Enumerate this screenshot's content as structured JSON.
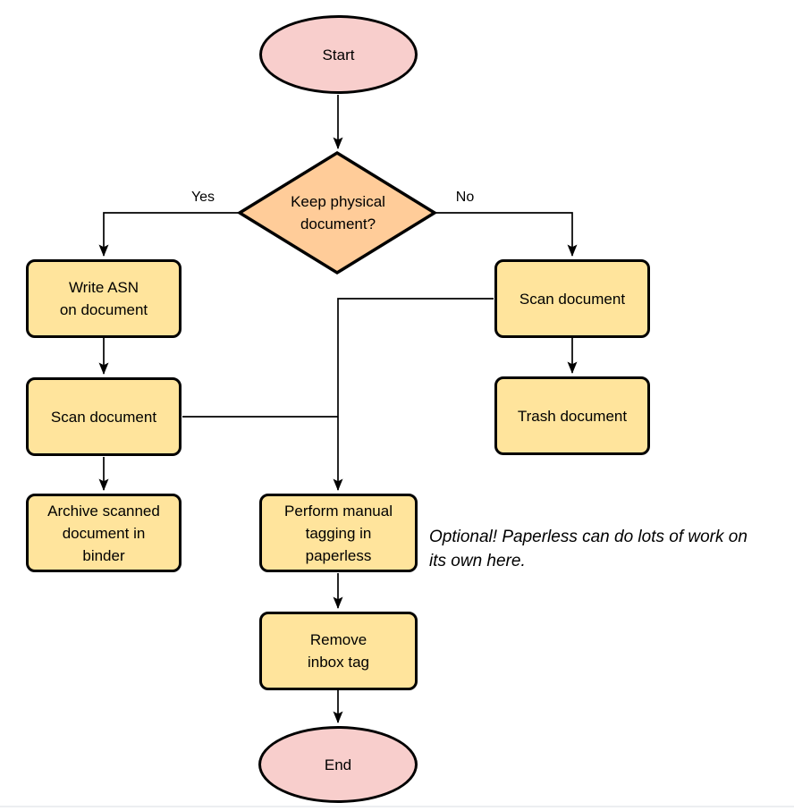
{
  "colors": {
    "terminal_fill": "#F8CECC",
    "decision_fill": "#FFCC99",
    "process_fill": "#FFE49C",
    "stroke": "#000000"
  },
  "nodes": {
    "start": {
      "label": "Start"
    },
    "decision": {
      "label": "Keep physical\ndocument?"
    },
    "write_asn": {
      "label": "Write ASN\non document"
    },
    "scan_left": {
      "label": "Scan document"
    },
    "archive": {
      "label": "Archive scanned\ndocument in\nbinder"
    },
    "scan_right": {
      "label": "Scan document"
    },
    "trash": {
      "label": "Trash document"
    },
    "tagging": {
      "label": "Perform manual\ntagging in\npaperless"
    },
    "remove_inbox": {
      "label": "Remove\ninbox tag"
    },
    "end": {
      "label": "End"
    }
  },
  "edge_labels": {
    "yes": "Yes",
    "no": "No"
  },
  "annotation": {
    "text": "Optional! Paperless can do lots of work on\nits own here."
  }
}
